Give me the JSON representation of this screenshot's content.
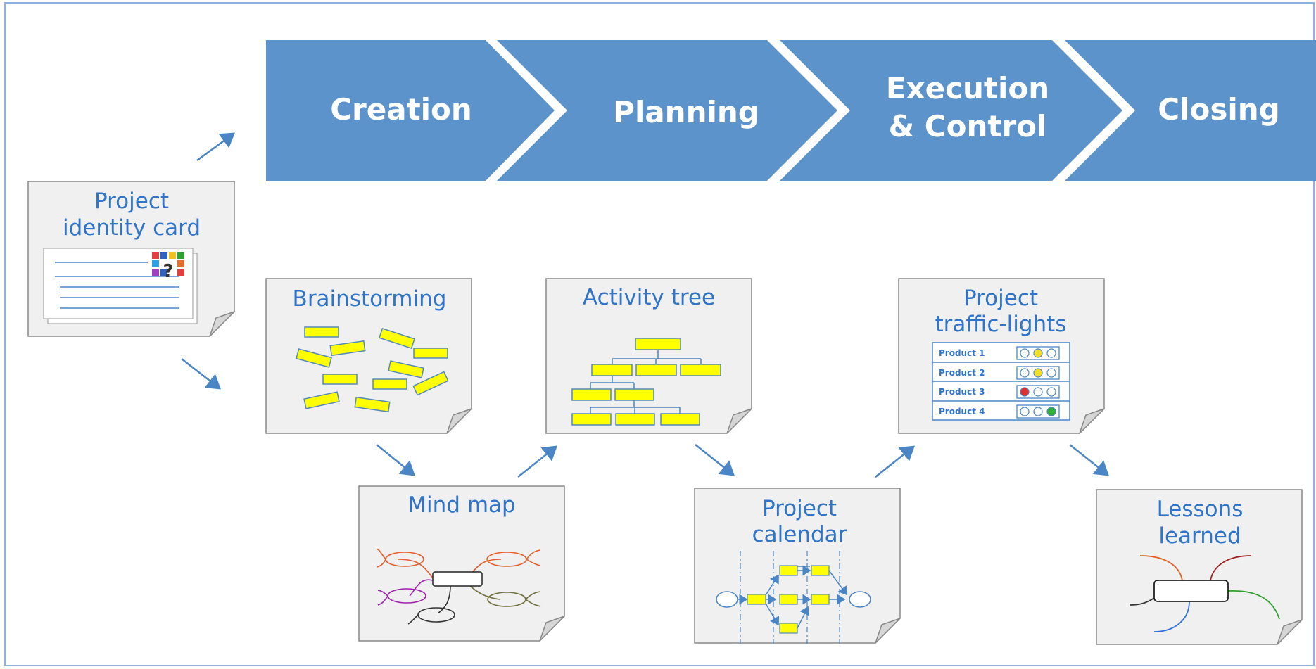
{
  "phases": [
    {
      "label": "Creation"
    },
    {
      "label": "Planning"
    },
    {
      "label_line1": "Execution",
      "label_line2": "& Control"
    },
    {
      "label": "Closing"
    }
  ],
  "cards": {
    "identity": {
      "line1": "Project",
      "line2": "identity card"
    },
    "brainstorming": {
      "title": "Brainstorming"
    },
    "activity_tree": {
      "title": "Activity tree"
    },
    "traffic_lights": {
      "line1": "Project",
      "line2": "traffic-lights",
      "rows": [
        {
          "label": "Product 1",
          "lights": [
            "off",
            "yellow",
            "off"
          ]
        },
        {
          "label": "Product 2",
          "lights": [
            "off",
            "yellow",
            "off"
          ]
        },
        {
          "label": "Product 3",
          "lights": [
            "red",
            "off",
            "off"
          ]
        },
        {
          "label": "Product 4",
          "lights": [
            "off",
            "off",
            "green"
          ]
        }
      ]
    },
    "mind_map": {
      "title": "Mind map"
    },
    "calendar": {
      "line1": "Project",
      "line2": "calendar"
    },
    "lessons": {
      "line1": "Lessons",
      "line2": "learned"
    }
  },
  "colors": {
    "phase_fill": "#5d93cb",
    "card_fill": "#f0f0f0",
    "sticky_note": "#ffff00",
    "text_blue": "#2f74c9",
    "arrow": "#4a86c5",
    "light_red": "#e03030",
    "light_yellow": "#f0e020",
    "light_green": "#30b030"
  }
}
